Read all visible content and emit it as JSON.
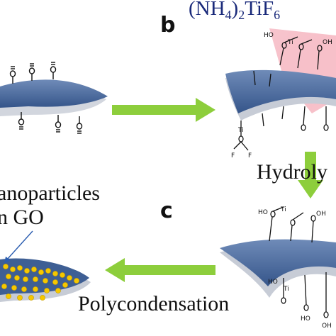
{
  "labels": {
    "panel_b": "b",
    "panel_c": "c",
    "reagent_main": "(NH",
    "reagent_sub1": "4",
    "reagent_mid": ")",
    "reagent_sub2": "2",
    "reagent_ti": "TiF",
    "reagent_sub3": "6",
    "hydrolysis": "Hydroly",
    "nanoparticles_line1": "anoparticles",
    "nanoparticles_line2": "n GO",
    "polycondensation": "Polycondensation"
  },
  "colors": {
    "sheet_blue": "#3e5f94",
    "sheet_grey": "#c7ccd6",
    "arrow_green": "#8dce3c",
    "nanoparticle_yellow": "#f5c800",
    "reagent_pink": "#f3a7b2",
    "text": "#111111"
  },
  "icons": [
    "go-sheet",
    "oxygen-group",
    "ti-complex",
    "nanoparticle",
    "reaction-arrow"
  ]
}
